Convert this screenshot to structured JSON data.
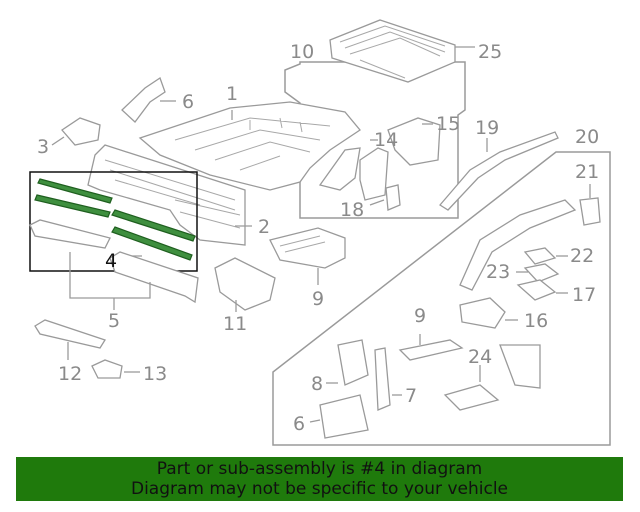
{
  "diagram": {
    "highlighted_callout": "4",
    "callouts": [
      "1",
      "2",
      "3",
      "4",
      "5",
      "6",
      "7",
      "8",
      "9",
      "10",
      "11",
      "12",
      "13",
      "14",
      "15",
      "16",
      "17",
      "18",
      "19",
      "20",
      "21",
      "22",
      "23",
      "24",
      "25"
    ]
  },
  "banner": {
    "line1": "Part or sub-assembly is #4 in diagram",
    "line2": "Diagram may not be specific to your vehicle",
    "color": "#1f7a0c"
  },
  "colors": {
    "highlight_part": "#3f8f3f",
    "line_art": "#9a9a9a"
  }
}
